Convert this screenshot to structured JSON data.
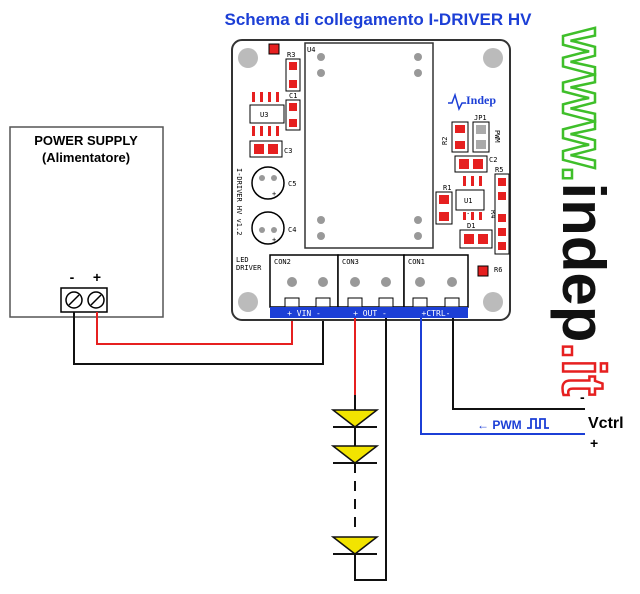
{
  "title": "Schema di collegamento I-DRIVER HV",
  "power_supply": {
    "label_line1": "POWER SUPPLY",
    "label_line2": "(Alimentatore)",
    "minus": "-",
    "plus": "+"
  },
  "pcb": {
    "board_name": "I-DRIVER HV v1.2",
    "led_driver_line1": "LED",
    "led_driver_line2": "DRIVER",
    "logo": "Indep",
    "designators": {
      "u4": "U4",
      "r3": "R3",
      "c1": "C1",
      "u3": "U3",
      "c3": "C3",
      "c5": "C5",
      "c4": "C4",
      "r2": "R2",
      "jp1": "JP1",
      "pwm": "PWM",
      "c2": "C2",
      "r1": "R1",
      "u1": "U1",
      "r5": "R5",
      "r4": "R4",
      "d1": "D1",
      "r6": "R6",
      "con1": "CON1",
      "con2": "CON2",
      "con3": "CON3"
    },
    "connector_labels": {
      "vin": "+ VIN -",
      "out": "+ OUT -",
      "ctrl": "+CTRL-"
    }
  },
  "control": {
    "minus": "-",
    "vctrl": "Vctrl",
    "plus": "+",
    "pwm_label": "← PWM"
  },
  "website": {
    "part1": "www.",
    "part2": "indep",
    "part3": ".it"
  },
  "colors": {
    "title": "#1c3fd6",
    "wire_red": "#e62020",
    "wire_black": "#111111",
    "wire_blue": "#1c3fd6",
    "led_fill": "#f2e400",
    "pcb_pad": "#e62020",
    "web_green": "#3fbf2a",
    "web_black": "#111111",
    "web_red": "#e62020"
  }
}
